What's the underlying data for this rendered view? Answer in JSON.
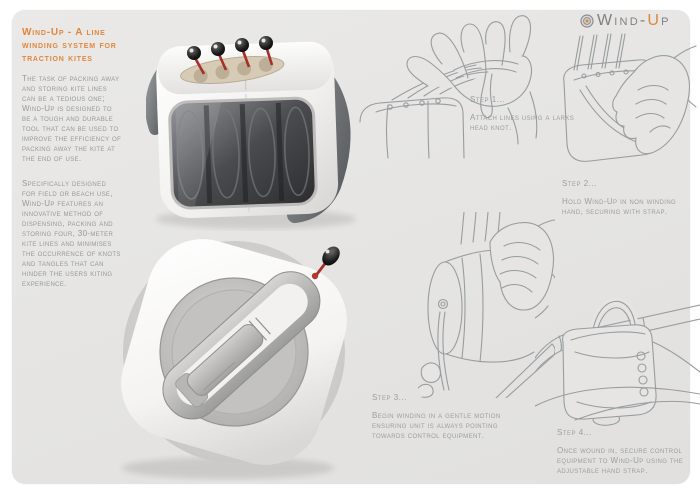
{
  "colors": {
    "accent_orange": "#e0873c",
    "panel_gray": "#e6e5e3",
    "text_gray": "#96989b",
    "logo_gray": "#7e8082",
    "sketch_line": "#989da0",
    "pin_red": "#b03a2e"
  },
  "logo": {
    "prefix": "Wind-",
    "accent": "U",
    "suffix": "p",
    "icon": "spiral-reel-icon"
  },
  "sidebar": {
    "title": "Wind-Up - A line winding system for traction kites",
    "paragraphs": [
      "The task of packing away and storing kite lines can be a tedious one; Wind-Up is designed to be a tough and durable tool that can be used to improve the efficiency of packing away the kite at the end of use.",
      "Specifically designed for field or beach use, Wind-Up features an innovative method of dispensing, packing and storing four, 30-meter kite lines and minimises the occurrence of knots and tangles that can hinder the users kiting experience."
    ]
  },
  "steps": [
    {
      "label": "Step 1...",
      "description": "Attach lines using a larks head knot."
    },
    {
      "label": "Step 2...",
      "description": "Hold Wind-Up in non winding hand, securing with strap."
    },
    {
      "label": "Step 3...",
      "description": "Begin winding in a gentle motion ensuring unit is always pointing towards control equipment."
    },
    {
      "label": "Step 4...",
      "description": "Once wound in, secure control equipment to Wind-Up using the adjustable hand strap."
    }
  ],
  "renders": {
    "main": "wind-up front render with four red line pins, viewing window and carry strap",
    "side": "wind-up side render showing winding handle and crank pin"
  }
}
